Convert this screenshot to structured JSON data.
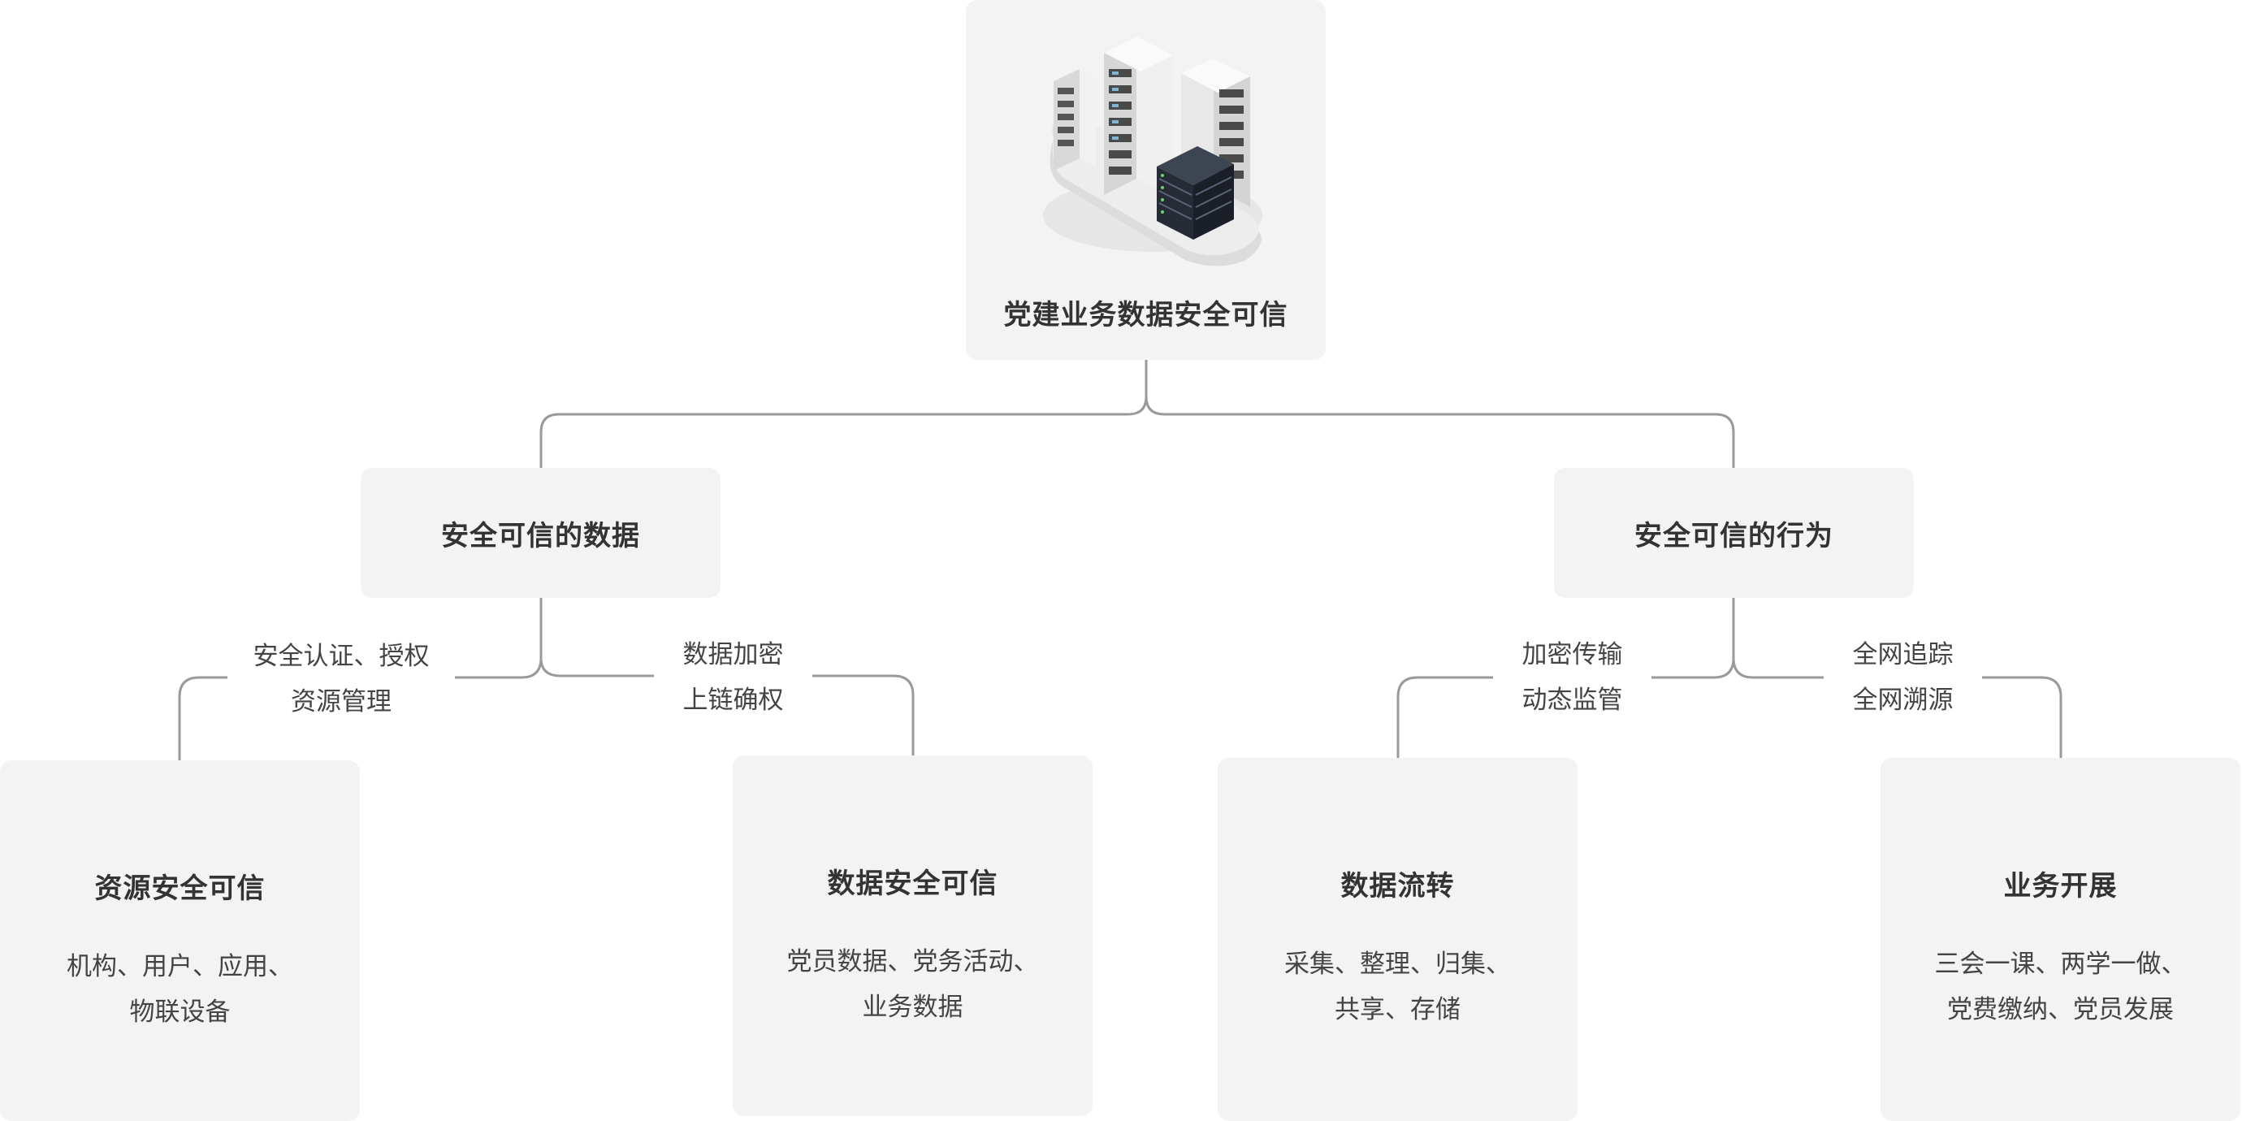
{
  "root": {
    "title": "党建业务数据安全可信",
    "image_icon": "server-cloud-icon"
  },
  "branches": [
    {
      "title": "安全可信的数据",
      "edges": [
        {
          "label_line1": "安全认证、授权",
          "label_line2": "资源管理"
        },
        {
          "label_line1": "数据加密",
          "label_line2": "上链确权"
        }
      ],
      "leaves": [
        {
          "title": "资源安全可信",
          "desc_line1": "机构、用户、应用、",
          "desc_line2": "物联设备"
        },
        {
          "title": "数据安全可信",
          "desc_line1": "党员数据、党务活动、",
          "desc_line2": "业务数据"
        }
      ]
    },
    {
      "title": "安全可信的行为",
      "edges": [
        {
          "label_line1": "加密传输",
          "label_line2": "动态监管"
        },
        {
          "label_line1": "全网追踪",
          "label_line2": "全网溯源"
        }
      ],
      "leaves": [
        {
          "title": "数据流转",
          "desc_line1": "采集、整理、归集、",
          "desc_line2": "共享、存储"
        },
        {
          "title": "业务开展",
          "desc_line1": "三会一课、两学一做、",
          "desc_line2": "党费缴纳、党员发展"
        }
      ]
    }
  ],
  "colors": {
    "node_bg": "#f3f3f3",
    "line": "#9a9a9a",
    "text": "#333333"
  }
}
